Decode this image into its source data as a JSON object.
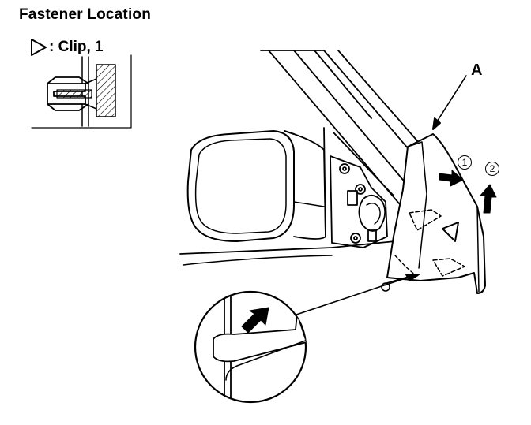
{
  "title": "Fastener Location",
  "legend": {
    "symbol": "triangle-clip-icon",
    "text": ": Clip, 1"
  },
  "callout_label": "A",
  "steps": [
    "1",
    "2"
  ]
}
